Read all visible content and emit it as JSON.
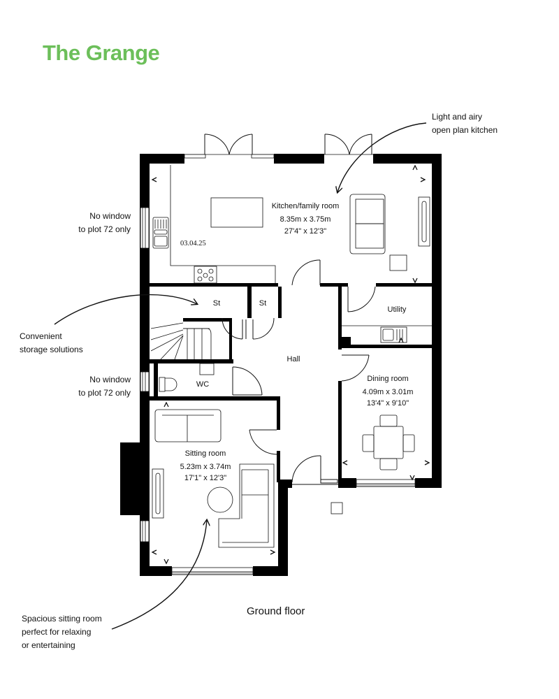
{
  "header": {
    "title": "The Grange",
    "title_color": "#6cbf5a"
  },
  "floor": {
    "label": "Ground floor",
    "date_stamp": "03.04.25"
  },
  "rooms": {
    "kitchen": {
      "name": "Kitchen/family room",
      "metric": "8.35m x 3.75m",
      "imperial": "27'4\" x 12'3\""
    },
    "utility": {
      "name": "Utility"
    },
    "dining": {
      "name": "Dining room",
      "metric": "4.09m x 3.01m",
      "imperial": "13'4\" x 9'10\""
    },
    "sitting": {
      "name": "Sitting room",
      "metric": "5.23m x 3.74m",
      "imperial": "17'1\" x 12'3\""
    },
    "hall": {
      "name": "Hall"
    },
    "wc": {
      "name": "WC"
    },
    "store1": {
      "name": "St"
    },
    "store2": {
      "name": "St"
    }
  },
  "callouts": {
    "kitchen": {
      "line1": "Light and airy",
      "line2": "open plan kitchen"
    },
    "window_kitchen": {
      "line1": "No window",
      "line2": "to plot 72 only"
    },
    "storage": {
      "line1": "Convenient",
      "line2": "storage solutions"
    },
    "window_wc": {
      "line1": "No window",
      "line2": "to plot 72 only"
    },
    "sitting": {
      "line1": "Spacious sitting room",
      "line2": "perfect for relaxing",
      "line3": "or entertaining"
    }
  },
  "colors": {
    "wall": "#000000",
    "line": "#111111",
    "background": "#ffffff"
  }
}
